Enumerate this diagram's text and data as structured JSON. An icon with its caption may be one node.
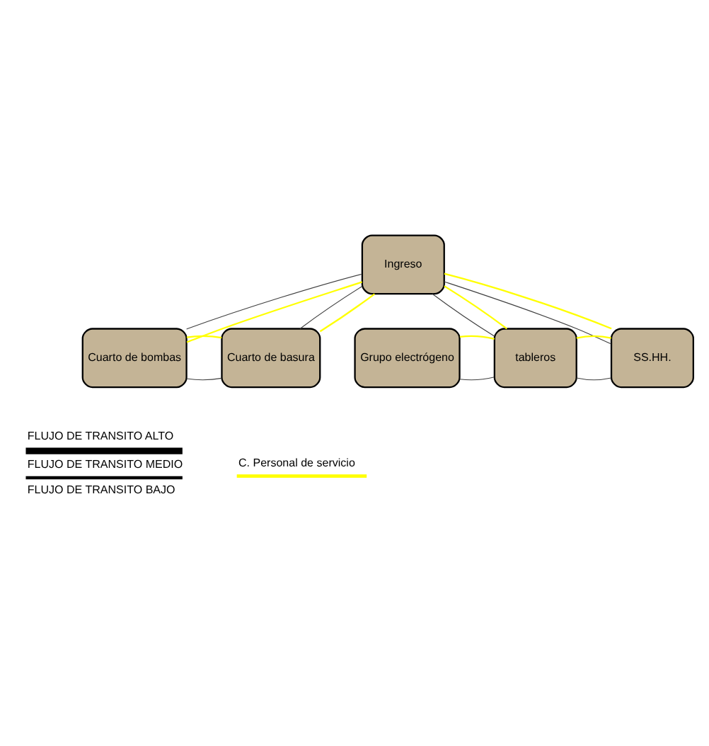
{
  "diagram": {
    "nodes": [
      {
        "text": [
          "Ingreso"
        ]
      },
      {
        "text": [
          "Grupo electrógeno"
        ]
      },
      {
        "text": [
          "tableros"
        ]
      },
      {
        "text": [
          "SS.HH."
        ]
      },
      {
        "text": [
          "Cuarto de bombas"
        ]
      },
      {
        "text": [
          "Cuarto de basura"
        ]
      }
    ],
    "edges": [
      {
        "from": 1,
        "to": 2,
        "arrow": "none"
      },
      {
        "from": 2,
        "to": 3,
        "arrow": "none"
      },
      {
        "from": 0,
        "to": 2,
        "arrow": "none"
      },
      {
        "from": 0,
        "to": 3,
        "arrow": "none"
      },
      {
        "from": 0,
        "to": 4,
        "arrow": "none"
      },
      {
        "from": 0,
        "to": 5,
        "arrow": "none"
      },
      {
        "from": 4,
        "to": 5,
        "arrow": "none"
      },
      {
        "from": 1,
        "to": 2,
        "arrow": "none",
        "color": "#ffff00"
      },
      {
        "from": 2,
        "to": 3,
        "arrow": "none",
        "color": "#ffff00"
      },
      {
        "from": 0,
        "to": 2,
        "arrow": "none",
        "color": "#ffff00"
      },
      {
        "from": 0,
        "to": 3,
        "arrow": "none",
        "color": "#ffff00"
      },
      {
        "from": 0,
        "to": 4,
        "arrow": "none",
        "color": "#ffff00"
      },
      {
        "from": 0,
        "to": 5,
        "arrow": "none",
        "color": "#ffff00"
      },
      {
        "from": 4,
        "to": 5,
        "arrow": "none",
        "color": "#ffff00"
      }
    ],
    "legend": [
      {
        "text": "FLUJO DE TRANSITO ALTO"
      },
      {
        "text": "FLUJO DE TRANSITO MEDIO"
      },
      {
        "text": "FLUJO DE TRANSITO BAJO"
      },
      {
        "text": "C. Personal de servicio"
      }
    ]
  }
}
